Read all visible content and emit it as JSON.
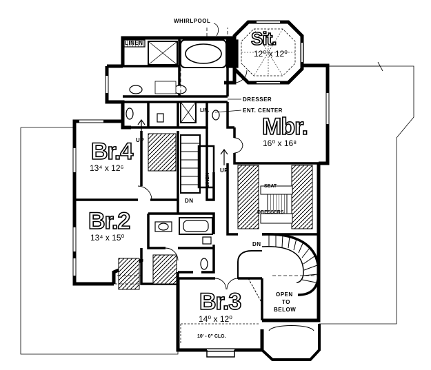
{
  "rooms": {
    "sitting": {
      "name": "Sit.",
      "dims": "12⁰ x 12⁰"
    },
    "master": {
      "name": "Mbr.",
      "dims": "16⁰ x 16⁸"
    },
    "br4": {
      "name": "Br.4",
      "dims": "13⁴ x 12⁶"
    },
    "br2": {
      "name": "Br.2",
      "dims": "13⁴ x 15⁰"
    },
    "br3": {
      "name": "Br.3",
      "dims": "14⁰ x 12⁰",
      "note": "10' - 0\" CLG."
    }
  },
  "labels": {
    "whirlpool": "WHIRLPOOL",
    "linen_top": "LINEN",
    "dresser": "DRESSER",
    "lin": "LIN.",
    "ent_center": "ENT. CENTER",
    "linen_mid": "LINEN",
    "up_left": "UP",
    "up_mid": "UP",
    "dn_hall": "DN",
    "dn_stair": "DN",
    "seat": "SEAT",
    "dressers": "DRESSERS",
    "open_to_below_1": "OPEN",
    "open_to_below_2": "TO",
    "open_to_below_3": "BELOW"
  }
}
